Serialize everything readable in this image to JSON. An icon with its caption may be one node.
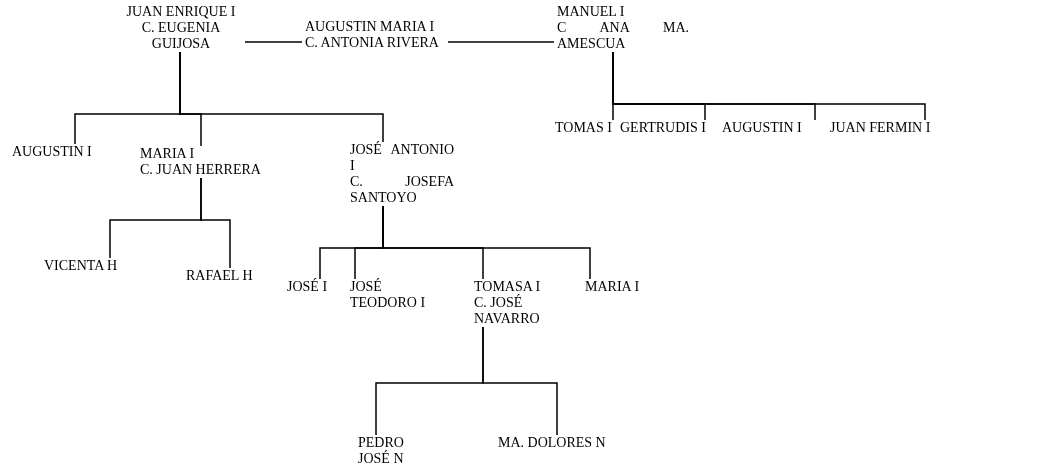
{
  "diagram": {
    "nodes": [
      {
        "text": [
          "JUAN ENRIQUE I",
          "C. EUGENIA GUIJOSA"
        ]
      },
      {
        "text": [
          "AUGUSTIN MARIA I",
          "C. ANTONIA RIVERA"
        ]
      },
      {
        "text": [
          "MANUEL I",
          "C ANA MA. AMESCUA"
        ]
      },
      {
        "text": [
          "AUGUSTIN I"
        ]
      },
      {
        "text": [
          "MARIA I",
          "C. JUAN HERRERA"
        ]
      },
      {
        "text": [
          "JOSÉ ANTONIO I",
          "C. JOSEFA SANTOYO"
        ]
      },
      {
        "text": [
          "TOMAS I"
        ]
      },
      {
        "text": [
          "GERTRUDIS I"
        ]
      },
      {
        "text": [
          "AUGUSTIN I"
        ]
      },
      {
        "text": [
          "JUAN FERMIN I"
        ]
      },
      {
        "text": [
          "VICENTA H"
        ]
      },
      {
        "text": [
          "RAFAEL H"
        ]
      },
      {
        "text": [
          "JOSÉ I"
        ]
      },
      {
        "text": [
          "JOSÉ TEODORO I"
        ]
      },
      {
        "text": [
          "TOMASA I",
          "C. JOSÉ NAVARRO"
        ]
      },
      {
        "text": [
          "MARIA I"
        ]
      },
      {
        "text": [
          "PEDRO JOSÉ N"
        ]
      },
      {
        "text": [
          "MA. DOLORES N"
        ]
      }
    ],
    "edges": [
      {
        "from": 0,
        "to": 1,
        "arrow": "none"
      },
      {
        "from": 1,
        "to": 2,
        "arrow": "none"
      },
      {
        "from": 0,
        "to": 3,
        "arrow": "none"
      },
      {
        "from": 0,
        "to": 4,
        "arrow": "none"
      },
      {
        "from": 0,
        "to": 5,
        "arrow": "none"
      },
      {
        "from": 2,
        "to": 6,
        "arrow": "none"
      },
      {
        "from": 2,
        "to": 7,
        "arrow": "none"
      },
      {
        "from": 2,
        "to": 8,
        "arrow": "none"
      },
      {
        "from": 2,
        "to": 9,
        "arrow": "none"
      },
      {
        "from": 4,
        "to": 10,
        "arrow": "none"
      },
      {
        "from": 4,
        "to": 11,
        "arrow": "none"
      },
      {
        "from": 5,
        "to": 12,
        "arrow": "none"
      },
      {
        "from": 5,
        "to": 13,
        "arrow": "none"
      },
      {
        "from": 5,
        "to": 14,
        "arrow": "none"
      },
      {
        "from": 5,
        "to": 15,
        "arrow": "none"
      },
      {
        "from": 14,
        "to": 16,
        "arrow": "none"
      },
      {
        "from": 14,
        "to": 17,
        "arrow": "none"
      }
    ]
  }
}
